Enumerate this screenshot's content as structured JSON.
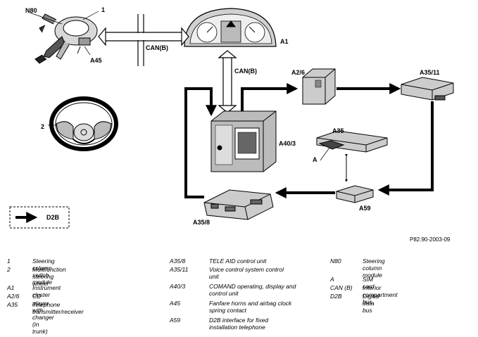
{
  "diagram": {
    "labels": {
      "n80": "N80",
      "one": "1",
      "a45": "A45",
      "two": "2",
      "a1": "A1",
      "a26": "A2/6",
      "a3511": "A35/11",
      "a35": "A35",
      "a": "A",
      "a403": "A40/3",
      "a59": "A59",
      "a358": "A35/8",
      "canb_horizontal": "CAN(B)",
      "canb_vertical": "CAN(B)",
      "d2b": "D2B",
      "figure_ref": "P82.90-2003-09"
    }
  },
  "legend": {
    "col1": [
      {
        "code": "1",
        "desc": "Steering column switch module"
      },
      {
        "code": "2",
        "desc": "Multifunction steering wheel"
      },
      {
        "code": "A1",
        "desc": "Instrument cluster"
      },
      {
        "code": "A2/6",
        "desc": "CD player with changer (in trunk)"
      },
      {
        "code": "A35",
        "desc": "Telephone transmitter/receiver"
      }
    ],
    "col2": [
      {
        "code": "A35/8",
        "desc": "TELE AID control unit"
      },
      {
        "code": "A35/11",
        "desc": "Voice control system control unit"
      },
      {
        "code": "A40/3",
        "desc": "COMAND operating, display and control unit"
      },
      {
        "code": "A45",
        "desc": "Fanfare horns and airbag clock spring contact"
      },
      {
        "code": "A59",
        "desc": "D2B interface for fixed installation telephone"
      }
    ],
    "col3": [
      {
        "code": "N80",
        "desc": "Steering column module"
      },
      {
        "code": "A",
        "desc": "SIM card"
      },
      {
        "code": "CAN (B)",
        "desc": "Interior compartment bus"
      },
      {
        "code": "D2B",
        "desc": "Digital data bus"
      }
    ]
  }
}
